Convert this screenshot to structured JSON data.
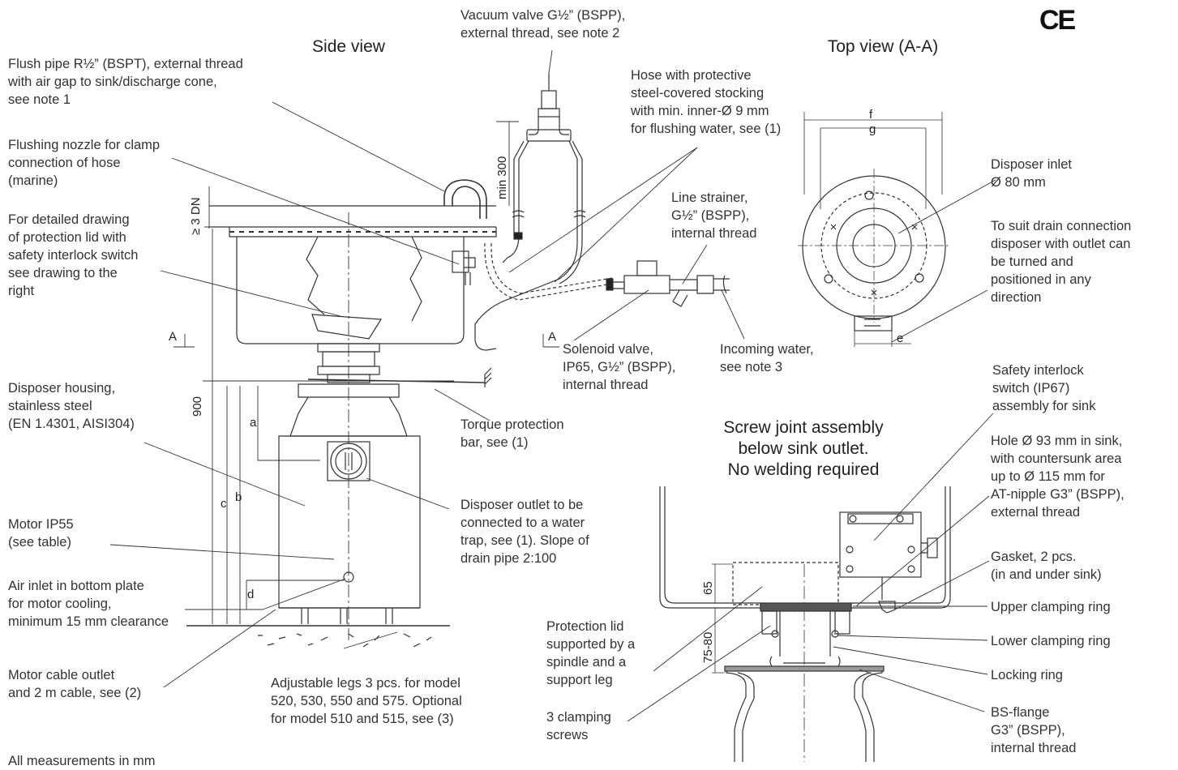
{
  "headings": {
    "side_view": "Side view",
    "top_view": "Top view (A-A)",
    "screw_joint": [
      "Screw joint assembly",
      "below sink outlet.",
      "No welding required"
    ],
    "ce_mark": "CE"
  },
  "labels": {
    "vacuum_valve": [
      "Vacuum valve G½” (BSPP),",
      "external thread, see note 2"
    ],
    "flush_pipe": [
      "Flush pipe R½” (BSPT), external thread",
      "with air gap to sink/discharge cone,",
      "see note 1"
    ],
    "hose": [
      "Hose with protective",
      "steel-covered stocking",
      "with min. inner-Ø 9 mm",
      "for flushing water, see (1)"
    ],
    "flushing_nozzle": [
      "Flushing nozzle for clamp",
      "connection of hose",
      "(marine)"
    ],
    "line_strainer": [
      "Line strainer,",
      "G½” (BSPP),",
      "internal thread"
    ],
    "protection_lid_drawing": [
      "For detailed drawing",
      "of protection lid with",
      "safety interlock switch",
      "see drawing to the",
      "right"
    ],
    "solenoid_valve": [
      "Solenoid valve,",
      "IP65, G½” (BSPP),",
      "internal thread"
    ],
    "incoming_water": [
      "Incoming water,",
      "see note 3"
    ],
    "disposer_housing": [
      "Disposer housing,",
      "stainless steel",
      "(EN 1.4301, AISI304)"
    ],
    "torque_bar": [
      "Torque protection",
      "bar, see (1)"
    ],
    "disposer_outlet": [
      "Disposer outlet to be",
      "connected to a water",
      "trap, see (1). Slope of",
      "drain pipe 2:100"
    ],
    "motor": [
      "Motor IP55",
      "(see table)"
    ],
    "air_inlet": [
      "Air inlet in bottom plate",
      "for motor cooling,",
      "minimum 15 mm clearance"
    ],
    "motor_cable": [
      "Motor cable outlet",
      "and 2 m cable, see (2)"
    ],
    "adjustable_legs": [
      "Adjustable legs 3 pcs. for model",
      "520, 530, 550 and 575. Optional",
      "for model 510 and 515, see (3)"
    ],
    "all_measurements": "All measurements in mm",
    "disposer_inlet": [
      "Disposer inlet",
      "Ø 80 mm"
    ],
    "drain_connection": [
      "To suit drain connection",
      "disposer with outlet can",
      "be turned and",
      "positioned in any",
      "direction"
    ],
    "safety_switch": [
      "Safety interlock",
      "switch (IP67)",
      "assembly for sink"
    ],
    "hole_sink": [
      "Hole Ø 93 mm in sink,",
      "with countersunk area",
      "up to Ø 115 mm for",
      "AT-nipple G3” (BSPP),",
      "external thread"
    ],
    "gasket": [
      "Gasket, 2 pcs.",
      "(in and under sink)"
    ],
    "upper_ring": [
      "Upper clamping ring"
    ],
    "lower_ring": [
      "Lower clamping ring"
    ],
    "locking_ring": [
      "Locking ring"
    ],
    "bs_flange": [
      "BS-flange",
      "G3” (BSPP),",
      "internal thread"
    ],
    "protection_lid": [
      "Protection lid",
      "supported by a",
      "spindle and a",
      "support leg"
    ],
    "clamping_screws": [
      "3 clamping",
      "screws"
    ]
  },
  "dimensions": {
    "min300": "min 300",
    "dn3": "≥ 3 DN",
    "h900": "900",
    "a": "a",
    "b": "b",
    "c": "c",
    "d": "d",
    "e": "e",
    "f": "f",
    "g": "g",
    "h65": "65",
    "h7580": "75-80",
    "sectionA": "A"
  }
}
